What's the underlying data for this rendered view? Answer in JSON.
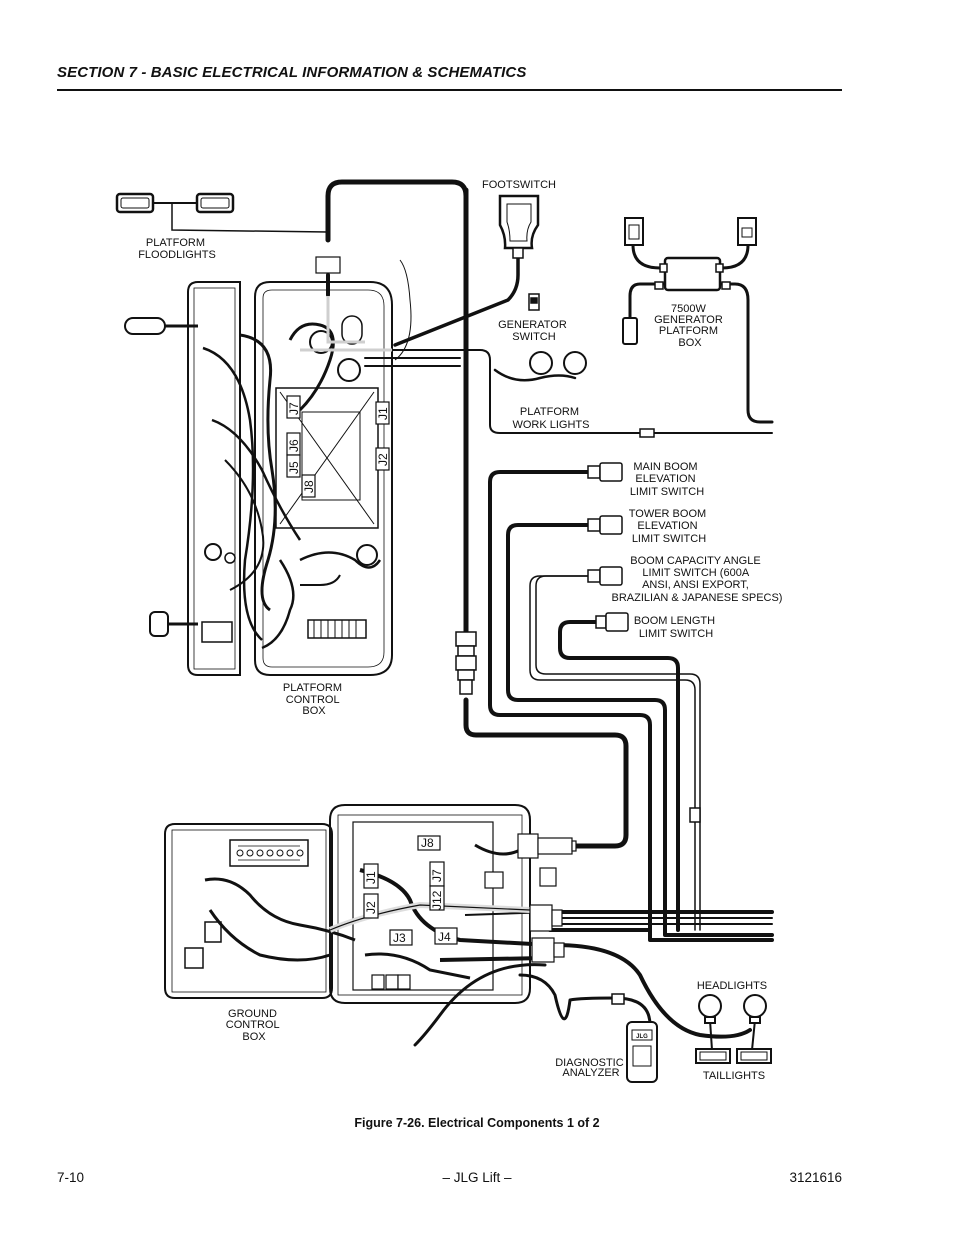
{
  "header": {
    "section_title": "SECTION 7 - BASIC ELECTRICAL INFORMATION & SCHEMATICS"
  },
  "diagram": {
    "labels": {
      "platform_floodlights": [
        "PLATFORM",
        "FLOODLIGHTS"
      ],
      "footswitch": [
        "FOOTSWITCH"
      ],
      "generator_switch": [
        "GENERATOR",
        "SWITCH"
      ],
      "generator_platform_box": [
        "7500W",
        "GENERATOR",
        "PLATFORM",
        "BOX"
      ],
      "platform_work_lights": [
        "PLATFORM",
        "WORK LIGHTS"
      ],
      "main_boom_switch": [
        "MAIN BOOM",
        "ELEVATION",
        "LIMIT SWITCH"
      ],
      "tower_boom_switch": [
        "TOWER BOOM",
        "ELEVATION",
        "LIMIT SWITCH"
      ],
      "boom_capacity_switch": [
        "BOOM CAPACITY ANGLE",
        "LIMIT SWITCH (600A",
        "ANSI, ANSI EXPORT,",
        "BRAZILIAN & JAPANESE SPECS)"
      ],
      "boom_length_switch": [
        "BOOM LENGTH",
        "LIMIT SWITCH"
      ],
      "platform_control_box": [
        "PLATFORM",
        "CONTROL",
        "BOX"
      ],
      "ground_control_box": [
        "GROUND",
        "CONTROL",
        "BOX"
      ],
      "headlights": [
        "HEADLIGHTS"
      ],
      "taillights": [
        "TAILLIGHTS"
      ],
      "diagnostic_analyzer": [
        "DIAGNOSTIC",
        "ANALYZER"
      ]
    },
    "connectors_platform": {
      "j1": "J1",
      "j2": "J2",
      "j5": "J5",
      "j6": "J6",
      "j7": "J7",
      "j8": "J8"
    },
    "connectors_ground": {
      "j1": "J1",
      "j2": "J2",
      "j3": "J3",
      "j4": "J4",
      "j7": "J7",
      "j8": "J8",
      "j12": "J12"
    },
    "analyzer_logo": "JLG"
  },
  "caption": "Figure 7-26.  Electrical Components 1 of 2",
  "footer": {
    "page_number": "7-10",
    "center": "– JLG Lift –",
    "doc_number": "3121616"
  }
}
